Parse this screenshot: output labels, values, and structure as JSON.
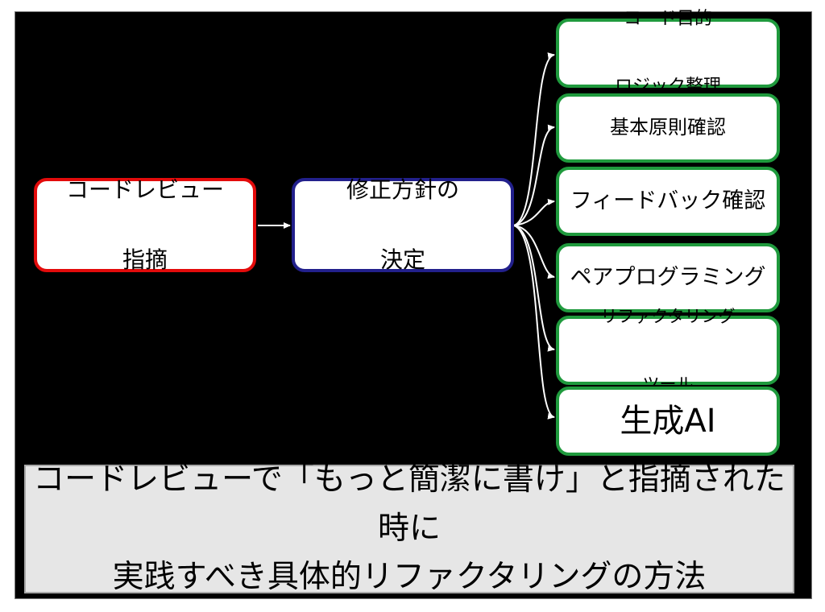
{
  "diagram": {
    "source": {
      "line1": "コードレビュー",
      "line2": "指摘"
    },
    "decision": {
      "line1": "修正方針の",
      "line2": "決定"
    },
    "outcomes": [
      {
        "line1": "コード目的",
        "line2": "ロジック整理"
      },
      {
        "line1": "基本原則確認"
      },
      {
        "line1": "フィードバック確認"
      },
      {
        "line1": "ペアプログラミング"
      },
      {
        "line1": "リファクタリング",
        "line2": "ツール"
      },
      {
        "line1": "生成AI"
      }
    ],
    "colors": {
      "background": "#000000",
      "source_border": "#e30b0b",
      "decision_border": "#22208c",
      "outcome_border": "#1f9a3d",
      "connector": "#ffffff",
      "caption_background": "#e6e6e6"
    }
  },
  "caption": {
    "line1": "コードレビューで「もっと簡潔に書け」と指摘された時に",
    "line2": "実践すべき具体的リファクタリングの方法"
  }
}
